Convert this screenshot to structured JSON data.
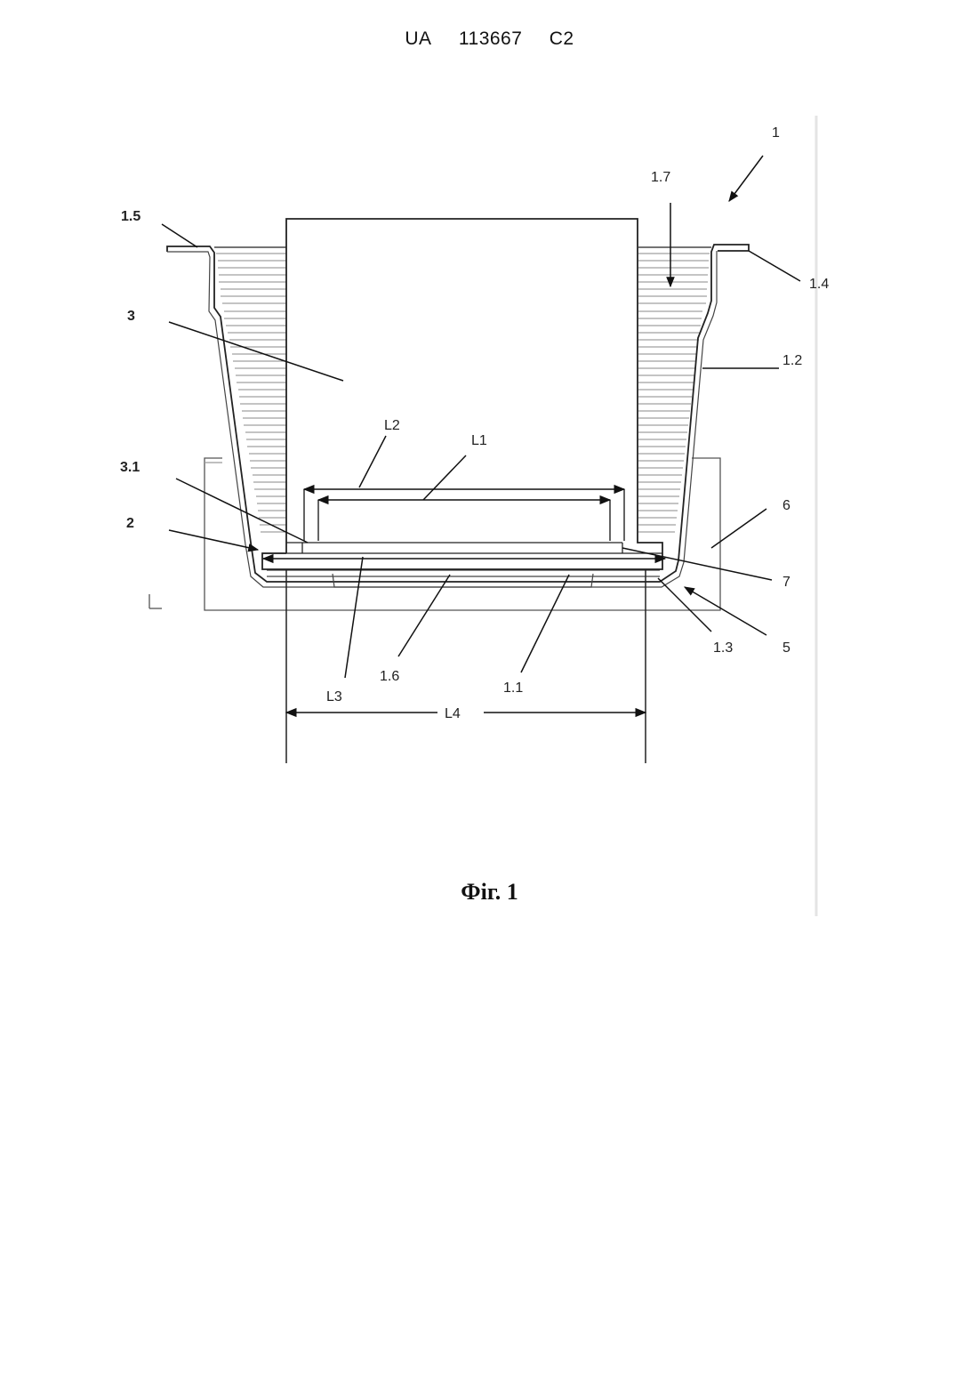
{
  "header": {
    "country": "UA",
    "number": "113667",
    "kind": "C2"
  },
  "labels": {
    "l1": "1",
    "l1_7": "1.7",
    "l1_5": "1.5",
    "l1_4": "1.4",
    "l3": "3",
    "l1_2": "1.2",
    "lL2": "L2",
    "lL1": "L1",
    "l3_1": "3.1",
    "l6": "6",
    "l2": "2",
    "l7": "7",
    "l1_3": "1.3",
    "l5": "5",
    "lL3": "L3",
    "l1_6": "1.6",
    "l1_1": "1.1",
    "lL4": "L4"
  },
  "caption": "Фіг. 1"
}
